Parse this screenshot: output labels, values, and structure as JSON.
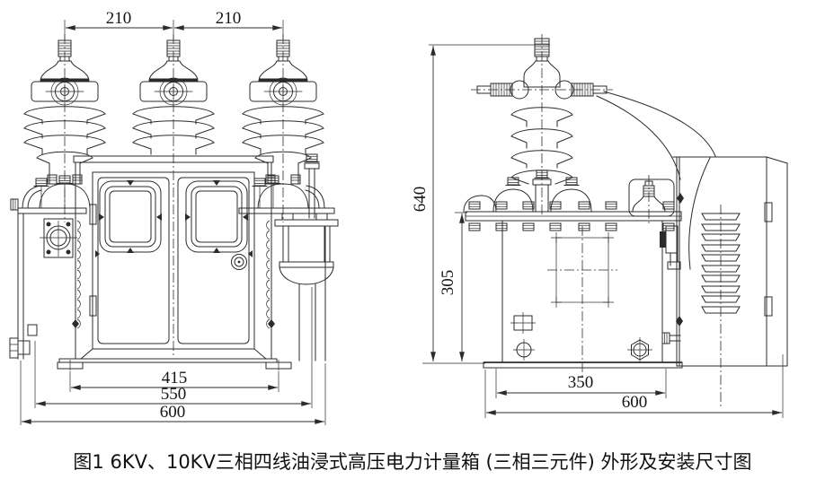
{
  "caption": "图1 6KV、10KV三相四线油浸式高压电力计量箱 (三相三元件) 外形及安装尺寸图",
  "front_view": {
    "dim_spacing_left": "210",
    "dim_spacing_right": "210",
    "dim_feet": "415",
    "dim_flange": "550",
    "dim_overall": "600"
  },
  "side_view": {
    "dim_total_height": "640",
    "dim_tank_height": "305",
    "dim_feet": "350",
    "dim_overall": "600"
  },
  "colors": {
    "line": "#2b2b2b",
    "background": "#ffffff"
  }
}
